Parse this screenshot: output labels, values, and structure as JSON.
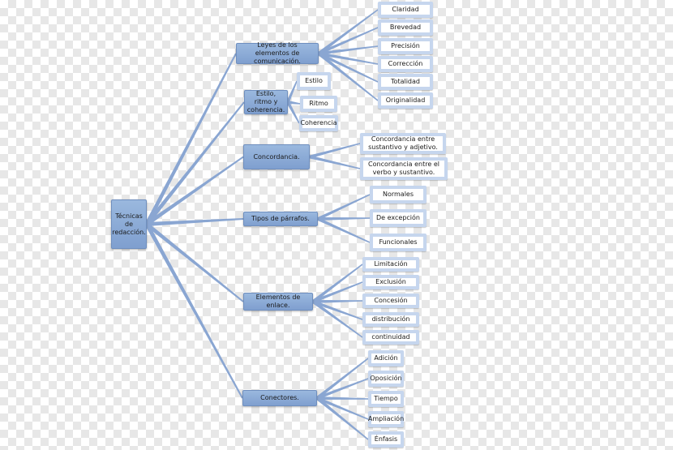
{
  "root": "Técnicas de redacción.",
  "branches": [
    {
      "label": "Leyes de los elementos de comunicación.",
      "children": [
        "Claridad",
        "Brevedad",
        "Precisión",
        "Corrección",
        "Totalidad",
        "Originalidad"
      ]
    },
    {
      "label": "Estilo, ritmo y coherencia.",
      "children": [
        "Estilo",
        "Ritmo",
        "Coherencia"
      ]
    },
    {
      "label": "Concordancia.",
      "children": [
        "Concordancia entre sustantivo y adjetivo.",
        "Concordancia entre el verbo y sustantivo."
      ]
    },
    {
      "label": "Tipos de párrafos.",
      "children": [
        "Normales",
        "De excepción",
        "Funcionales"
      ]
    },
    {
      "label": "Elementos de enlace.",
      "children": [
        "Limitación",
        "Exclusión",
        "Concesión",
        "distribución",
        "continuidad"
      ]
    },
    {
      "label": "Conectores.",
      "children": [
        "Adición",
        "Oposición",
        "Tiempo",
        "Ampliación",
        "Énfasis"
      ]
    }
  ],
  "colors": {
    "line": "#8aa6d2",
    "node_fill": "#8eaddb",
    "leaf_border": "#c6d6ee"
  }
}
